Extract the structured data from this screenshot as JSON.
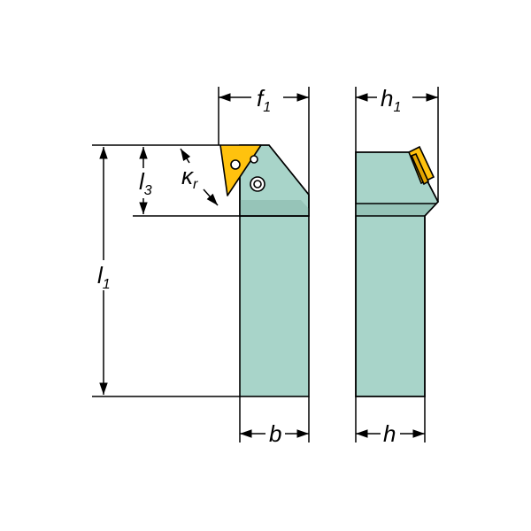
{
  "colors": {
    "body": "#a8d4c9",
    "body_shade": "#96c4b8",
    "insert": "#ffc20e",
    "insert_dark": "#e3a400",
    "outline": "#000000",
    "background": "#ffffff"
  },
  "labels": {
    "f1": {
      "main": "f",
      "sub": "1"
    },
    "h1": {
      "main": "h",
      "sub": "1"
    },
    "l1": {
      "main": "l",
      "sub": "1"
    },
    "l3": {
      "main": "l",
      "sub": "3"
    },
    "kr": {
      "main": "κ",
      "sub": "r"
    },
    "b": {
      "main": "b"
    },
    "h": {
      "main": "h"
    }
  }
}
